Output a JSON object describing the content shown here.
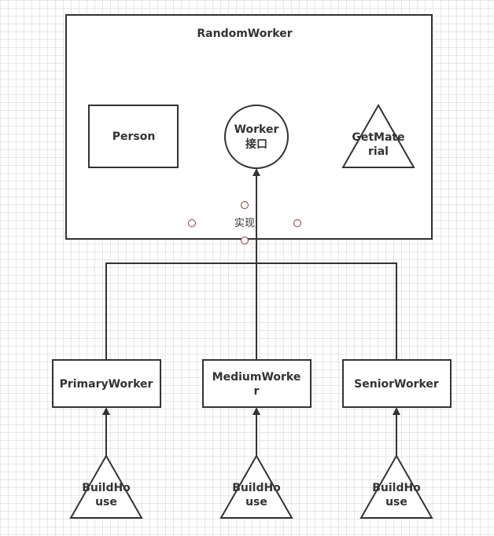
{
  "diagram": {
    "container": {
      "title": "RandomWorker"
    },
    "inner": {
      "person": "Person",
      "worker": [
        "Worker",
        "接口"
      ],
      "getmaterial": [
        "GetMate",
        "rial"
      ]
    },
    "edge_label": "实现",
    "workers": {
      "primary": "PrimaryWorker",
      "medium": [
        "MediumWorke",
        "r"
      ],
      "senior": "SeniorWorker"
    },
    "build": {
      "left": [
        "BuildHo",
        "use"
      ],
      "mid": [
        "BuildHo",
        "use"
      ],
      "right": [
        "BuildHo",
        "use"
      ]
    },
    "colors": {
      "stroke": "#333333",
      "handle": "#8b3a3a",
      "grid": "#e6e6e6"
    }
  }
}
